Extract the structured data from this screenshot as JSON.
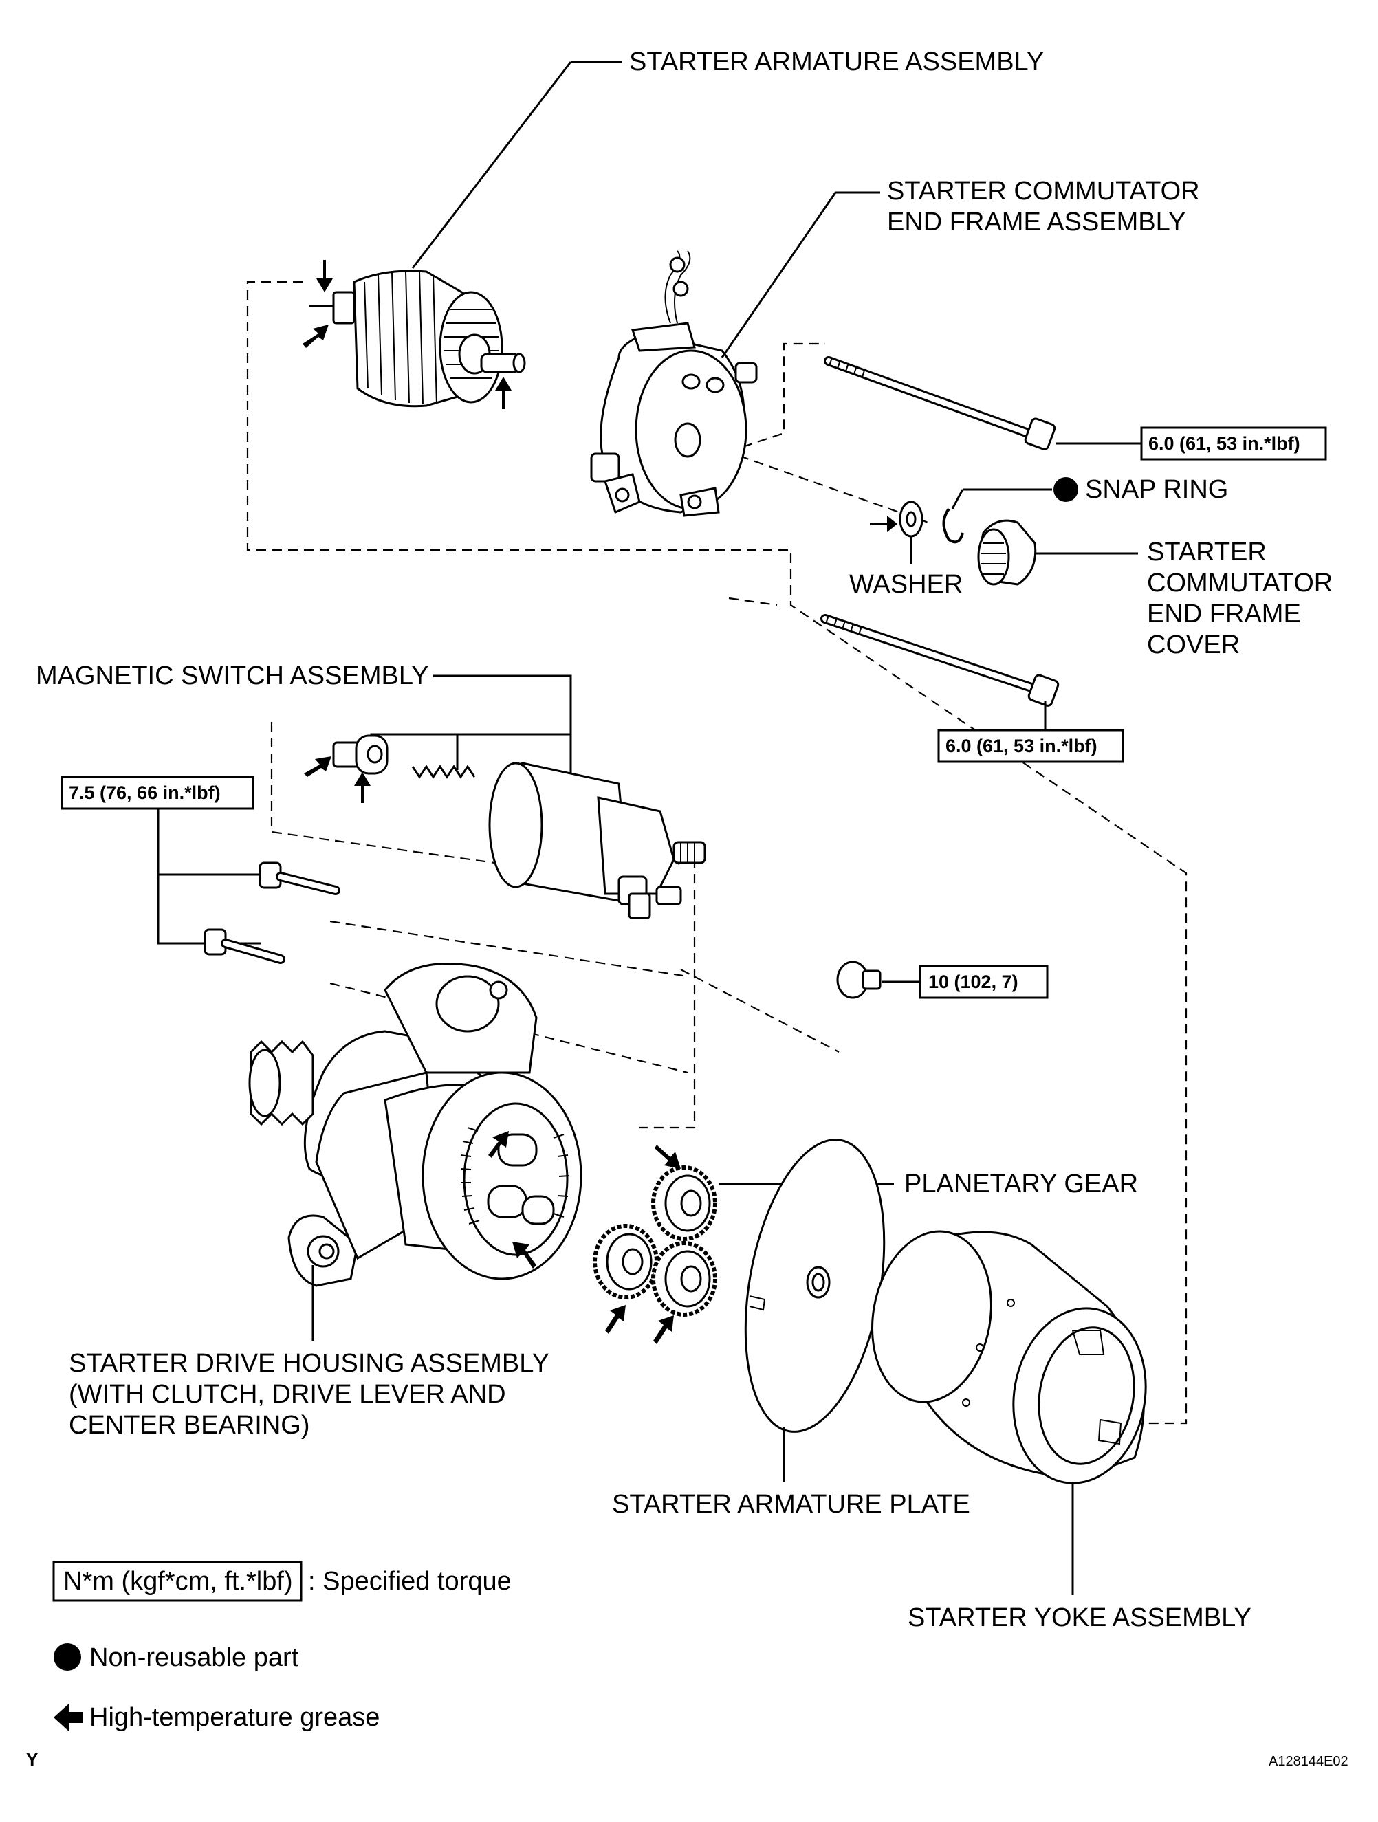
{
  "labels": {
    "starter_armature_assembly": "STARTER ARMATURE ASSEMBLY",
    "commutator_end_frame_line1": "STARTER COMMUTATOR",
    "commutator_end_frame_line2": "END FRAME ASSEMBLY",
    "snap_ring": "SNAP RING",
    "washer": "WASHER",
    "end_frame_cover_line1": "STARTER",
    "end_frame_cover_line2": "COMMUTATOR",
    "end_frame_cover_line3": "END FRAME",
    "end_frame_cover_line4": "COVER",
    "magnetic_switch_assembly": "MAGNETIC SWITCH ASSEMBLY",
    "planetary_gear": "PLANETARY GEAR",
    "drive_housing_line1": "STARTER DRIVE HOUSING ASSEMBLY",
    "drive_housing_line2": "(WITH CLUTCH, DRIVE LEVER AND",
    "drive_housing_line3": "CENTER BEARING)",
    "armature_plate": "STARTER ARMATURE PLATE",
    "yoke_assembly": "STARTER YOKE ASSEMBLY"
  },
  "torques": {
    "through_bolt_upper": "6.0 (61, 53 in.*lbf)",
    "through_bolt_lower": "6.0 (61, 53 in.*lbf)",
    "switch_bolts": "7.5 (76, 66 in.*lbf)",
    "terminal_nut": "10 (102, 7)"
  },
  "legend": {
    "torque_box": "N*m (kgf*cm, ft.*lbf)",
    "torque_text": ": Specified torque",
    "non_reusable": "Non-reusable part",
    "grease": "High-temperature grease"
  },
  "corner": {
    "left_mark": "Y",
    "figure_id": "A128144E02"
  }
}
